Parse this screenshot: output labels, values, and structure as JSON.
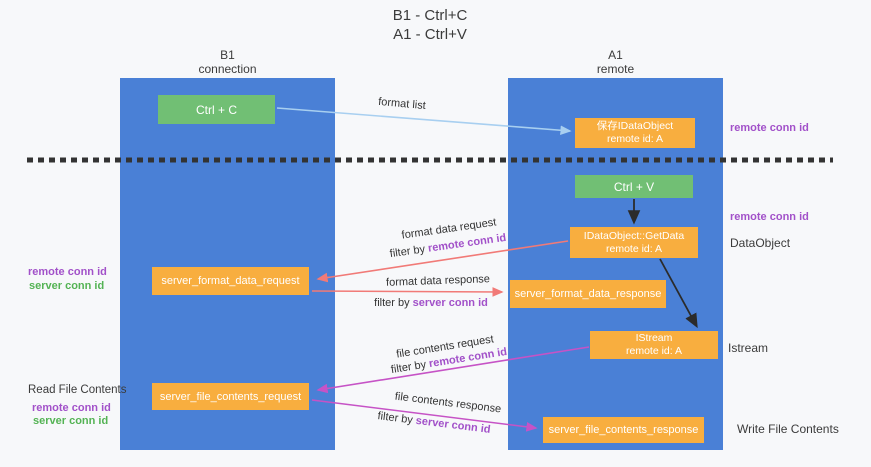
{
  "title": {
    "line1": "B1 - Ctrl+C",
    "line2": "A1 - Ctrl+V"
  },
  "lifelines": {
    "b1": {
      "name": "B1",
      "role": "connection"
    },
    "a1": {
      "name": "A1",
      "role": "remote"
    }
  },
  "boxes": {
    "ctrl_c": {
      "label": "Ctrl + C"
    },
    "save_idataobject": {
      "line1": "保存IDataObject",
      "line2": "remote id: A"
    },
    "ctrl_v": {
      "label": "Ctrl + V"
    },
    "getdata": {
      "line1": "IDataObject::GetData",
      "line2": "remote id: A"
    },
    "istream": {
      "line1": "IStream",
      "line2": "remote id: A"
    },
    "server_format_data_request": {
      "label": "server_format_data_request"
    },
    "server_format_data_response": {
      "label": "server_format_data_response"
    },
    "server_file_contents_request": {
      "label": "server_file_contents_request"
    },
    "server_file_contents_response": {
      "label": "server_file_contents_response"
    }
  },
  "arrows": {
    "format_list": {
      "label": "format list"
    },
    "format_data_request": {
      "label": "format data request",
      "filter_prefix": "filter by ",
      "filter_key": "remote conn id"
    },
    "format_data_response": {
      "label": "format data response",
      "filter_prefix": "filter by ",
      "filter_key": "server conn id"
    },
    "file_contents_request": {
      "label": "file contents request",
      "filter_prefix": "filter by ",
      "filter_key": "remote conn id"
    },
    "file_contents_response": {
      "label": "file contents response",
      "filter_prefix": "filter by ",
      "filter_key": "server conn id"
    }
  },
  "side_labels": {
    "right_remote_conn_id_top": "remote conn id",
    "right_remote_conn_id_mid": "remote conn id",
    "dataobject": "DataObject",
    "istream": "Istream",
    "write_file_contents": "Write File Contents",
    "left_remote_conn_id_1": "remote conn id",
    "left_server_conn_id_1": "server conn id",
    "read_file_contents": "Read File Contents",
    "left_remote_conn_id_2": "remote conn id",
    "left_server_conn_id_2": "server conn id"
  },
  "colors": {
    "lifeline_blue": "#4a80d6",
    "box_green": "#71bf74",
    "box_orange": "#f8ae3f",
    "arrow_light_blue": "#a8cff0",
    "arrow_salmon": "#f17a77",
    "arrow_magenta": "#c653c6",
    "arrow_black": "#2b2b2b",
    "text_purple": "#a251c9",
    "text_green": "#54b354",
    "background": "#f7f8fa"
  }
}
